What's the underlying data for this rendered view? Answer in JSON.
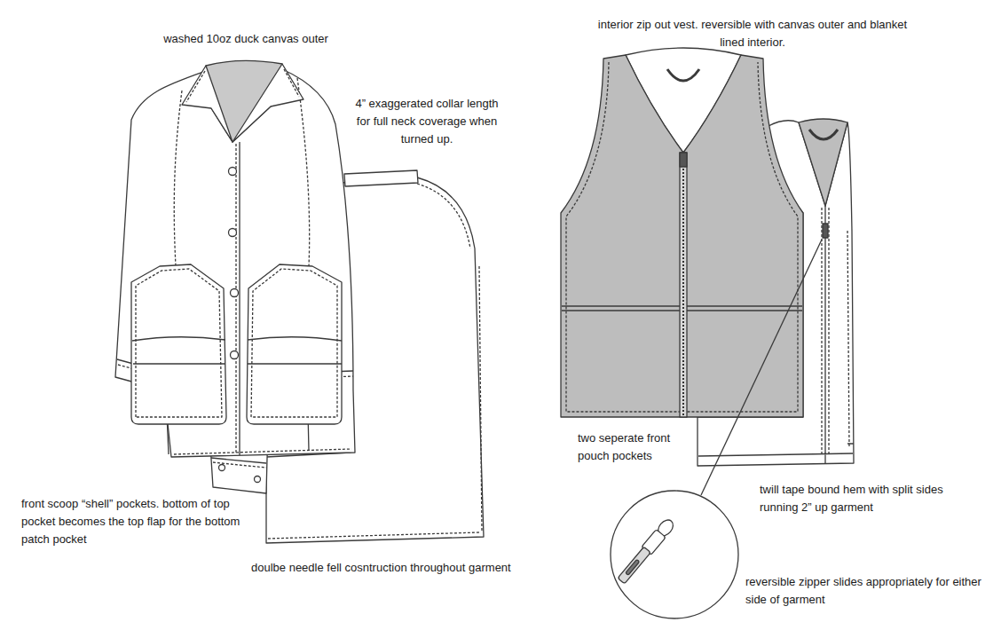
{
  "diagram": {
    "labels": [
      "washed 10oz duck canvas outer",
      "4” exaggerated collar length for full neck coverage when turned up.",
      "front scoop “shell” pockets. bottom of top pocket becomes the top flap for the bottom patch pocket",
      "doulbe needle fell cosntruction throughout garment",
      "interior zip out vest. reversible with canvas outer and blanket lined interior.",
      "two seperate front pouch pockets",
      "twill tape bound hem with split sides running 2” up garment",
      "reversible zipper slides appropriately for either side of garment"
    ]
  }
}
